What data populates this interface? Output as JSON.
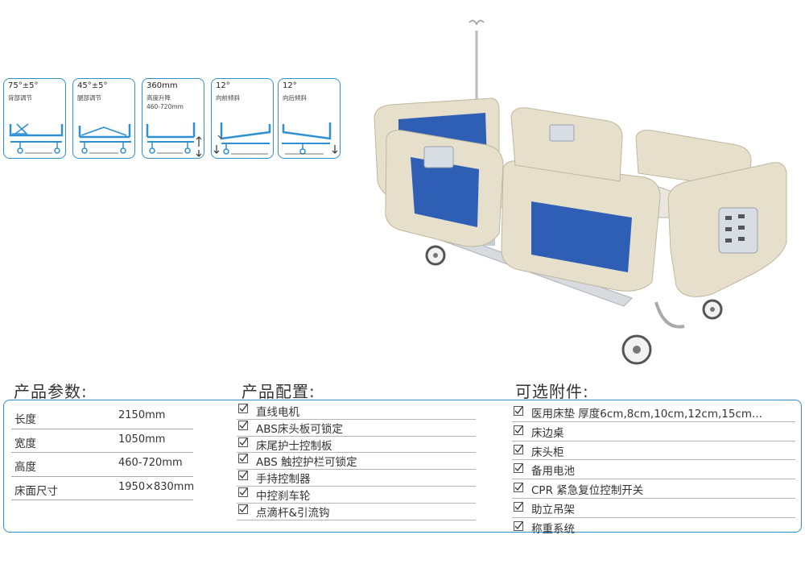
{
  "features": [
    {
      "value": "75°±5°",
      "label_lines": [
        "背部调节"
      ],
      "icon": "backrest-adjust-icon"
    },
    {
      "value": "45°±5°",
      "label_lines": [
        "腿部调节"
      ],
      "icon": "leg-adjust-icon"
    },
    {
      "value": "360mm",
      "label_lines": [
        "高度升降",
        "460-720mm"
      ],
      "icon": "height-adjust-icon"
    },
    {
      "value": "12°",
      "label_lines": [
        "向前倾斜"
      ],
      "icon": "forward-tilt-icon"
    },
    {
      "value": "12°",
      "label_lines": [
        "向后倾斜"
      ],
      "icon": "backward-tilt-icon"
    }
  ],
  "sections": {
    "params_title": "产品参数:",
    "config_title": "产品配置:",
    "options_title": "可选附件:"
  },
  "params": [
    {
      "key": "长度",
      "value": "2150mm"
    },
    {
      "key": "宽度",
      "value": "1050mm"
    },
    {
      "key": "高度",
      "value": "460-720mm"
    },
    {
      "key": "床面尺寸",
      "value": "1950×830mm"
    }
  ],
  "config": [
    "直线电机",
    "ABS床头板可锁定",
    "床尾护士控制板",
    "ABS 触控护栏可锁定",
    "手持控制器",
    "中控刹车轮",
    "点滴杆&引流钩"
  ],
  "options": [
    "医用床垫 厚度6cm,8cm,10cm,12cm,15cm...",
    "床边桌",
    "床头柜",
    "备用电池",
    "CPR 紧急复位控制开关",
    "助立吊架",
    "称重系统"
  ],
  "colors": {
    "accent": "#2f8fd3",
    "bed_panel_blue": "#2f5fb5",
    "bed_frame_beige": "#e6dfcc"
  }
}
